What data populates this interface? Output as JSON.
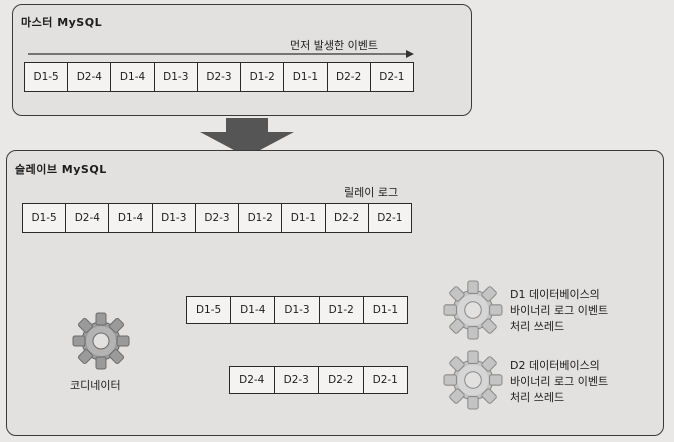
{
  "master": {
    "title": "마스터 MySQL",
    "order_note": "먼저 발생한 이벤트",
    "events": [
      "D1-5",
      "D2-4",
      "D1-4",
      "D1-3",
      "D2-3",
      "D1-2",
      "D1-1",
      "D2-2",
      "D2-1"
    ]
  },
  "slave": {
    "title": "슬레이브 MySQL",
    "relay_label": "릴레이 로그",
    "relay_events": [
      "D1-5",
      "D2-4",
      "D1-4",
      "D1-3",
      "D2-3",
      "D1-2",
      "D1-1",
      "D2-2",
      "D2-1"
    ],
    "coordinator_label": "코디네이터",
    "workers": [
      {
        "events": [
          "D1-5",
          "D1-4",
          "D1-3",
          "D1-2",
          "D1-1"
        ],
        "caption_lines": [
          "D1 데이터베이스의",
          "바이너리 로그 이벤트",
          "처리 쓰레드"
        ]
      },
      {
        "events": [
          "D2-4",
          "D2-3",
          "D2-2",
          "D2-1"
        ],
        "caption_lines": [
          "D2 데이터베이스의",
          "바이너리 로그 이벤트",
          "처리 쓰레드"
        ]
      }
    ]
  },
  "colors": {
    "panel": "#e2e1df",
    "arrow": "#555555",
    "gear": "#9a9a9a"
  }
}
